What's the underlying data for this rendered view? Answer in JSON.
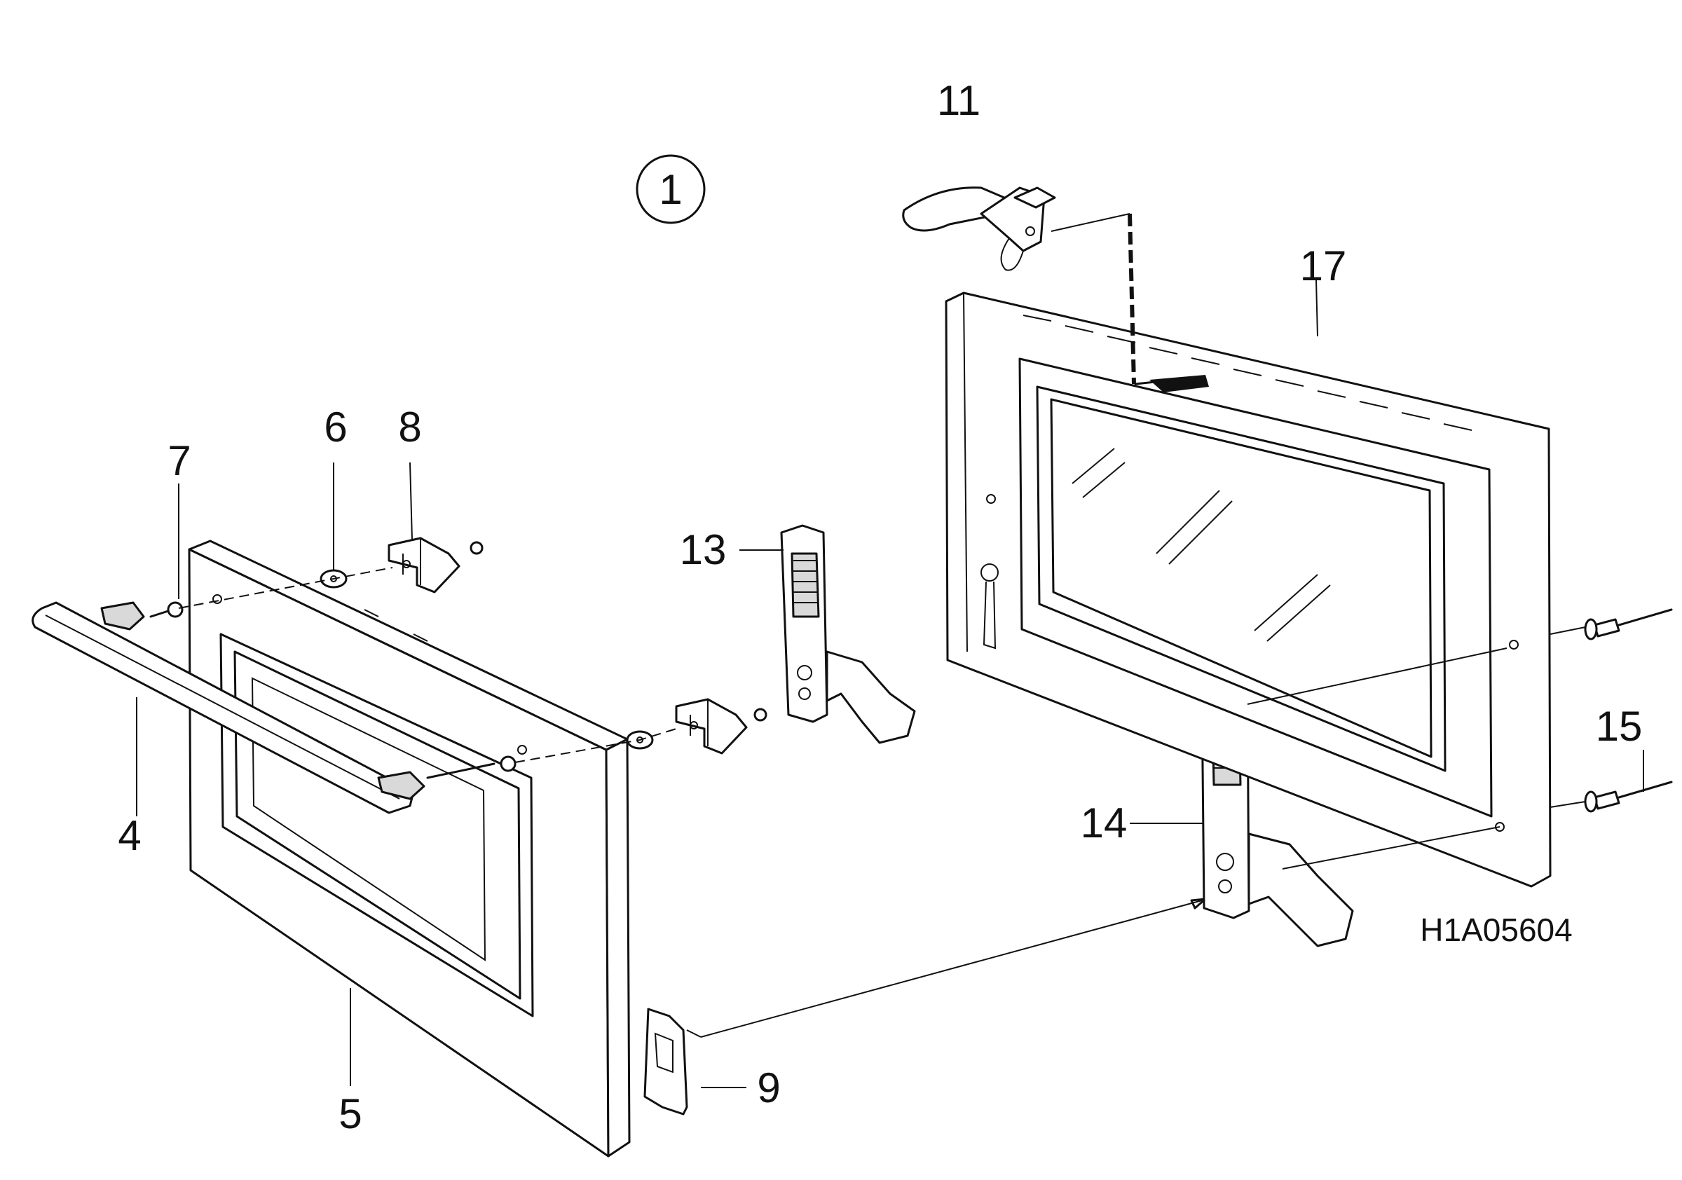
{
  "diagram_code": "H1A05604",
  "group_marker": "1",
  "callouts": {
    "c4": "4",
    "c5": "5",
    "c6": "6",
    "c7": "7",
    "c8": "8",
    "c9": "9",
    "c11": "11",
    "c13": "13",
    "c14": "14",
    "c15": "15",
    "c17": "17"
  }
}
